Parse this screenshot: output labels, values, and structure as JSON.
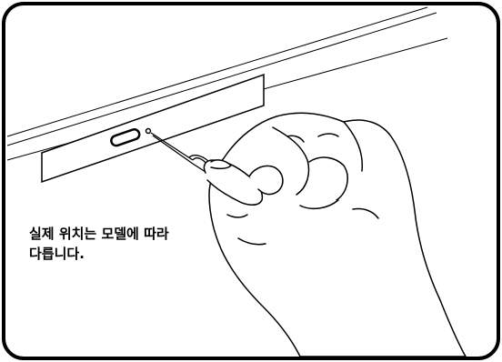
{
  "caption": {
    "line1": "실제 위치는 모델에 따라",
    "line2": "다릅니다."
  },
  "icons": [
    "laptop-edge",
    "optical-drive-tray",
    "eject-button",
    "emergency-eject-hole",
    "paperclip",
    "hand"
  ],
  "colors": {
    "line": "#000000",
    "background": "#ffffff"
  }
}
